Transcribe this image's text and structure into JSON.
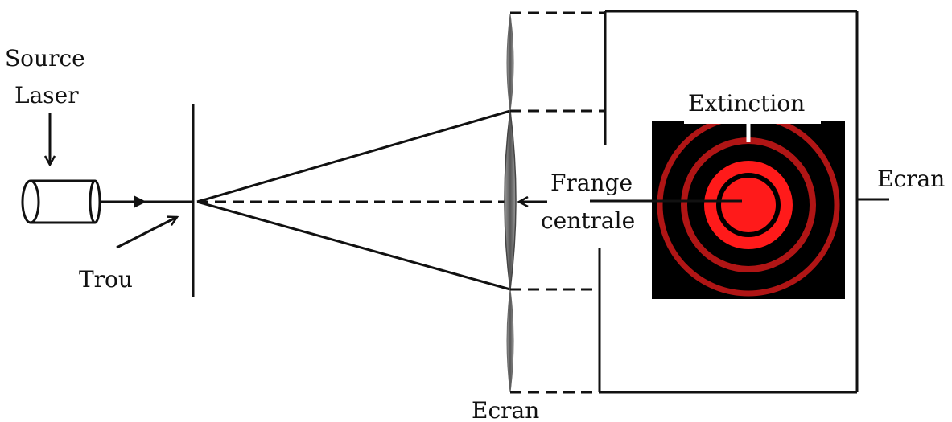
{
  "labels": {
    "source": "Source",
    "laser": "Laser",
    "trou": "Trou",
    "ecran_bottom": "Ecran",
    "ecran_right": "Ecran",
    "frange": "Frange",
    "centrale": "centrale",
    "extinction": "Extinction"
  },
  "colors": {
    "line": "#111111",
    "background": "#ffffff",
    "pattern_background": "#000000",
    "central_spot": "#ff1a1a",
    "ring": "#c81818"
  }
}
